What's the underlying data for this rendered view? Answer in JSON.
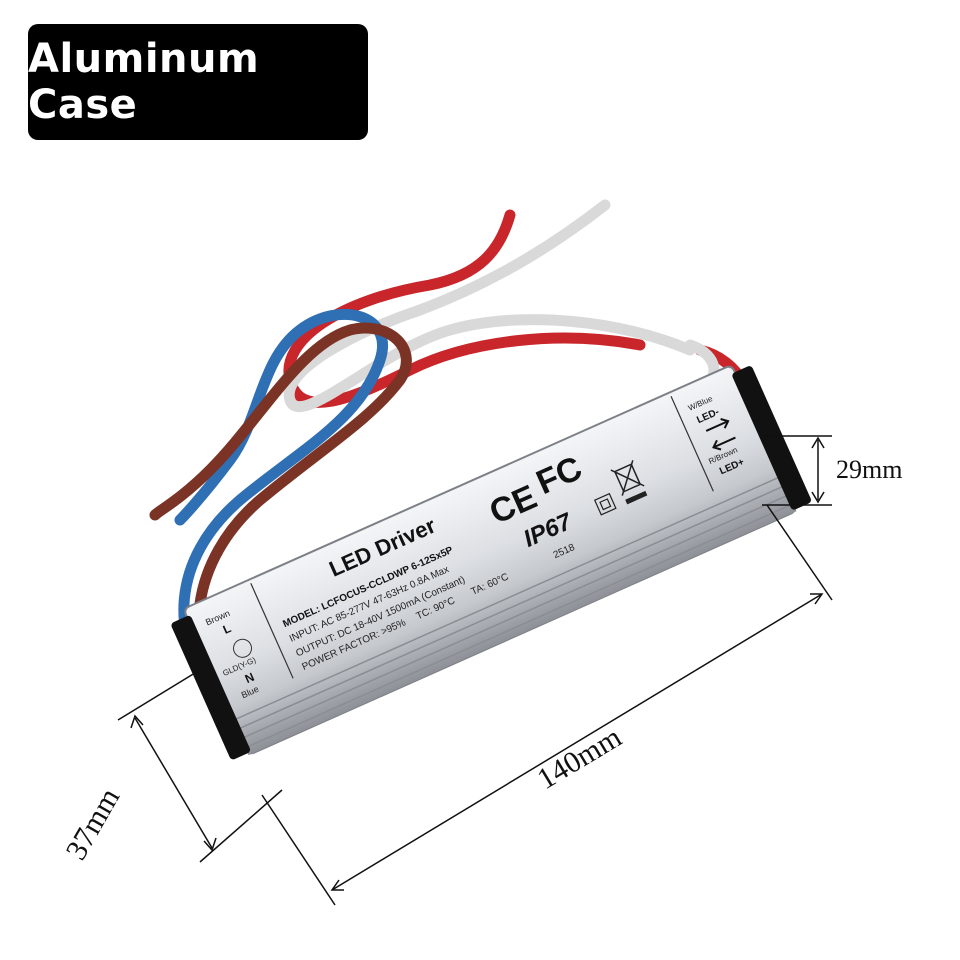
{
  "badge": {
    "title": "Aluminum Case"
  },
  "driver": {
    "name": "LED Driver",
    "model": "MODEL: LCFOCUS-CCLDWP 6-12Sx5P",
    "input": "INPUT: AC 85-277V  47-63Hz  0.8A Max",
    "output": "OUTPUT: DC 18-40V  1500mA (Constant)",
    "power_factor": "POWER FACTOR: >95%",
    "tc": "TC: 90°C",
    "ta": "TA: 60°C",
    "rating": "IP67",
    "code": "2518",
    "ce_mark": "CE",
    "fc_mark": "FC",
    "left_terminals": {
      "brown": "Brown",
      "l": "L",
      "gnd": "GLD(Y-G)",
      "n": "N",
      "blue": "Blue"
    },
    "right_terminals": {
      "wblue": "W/Blue",
      "led_minus": "LED-",
      "rbrown": "R/Brown",
      "led_plus": "LED+"
    }
  },
  "dimensions": {
    "height": "29mm",
    "length": "140mm",
    "width": "37mm"
  },
  "colors": {
    "badge_bg": "#000000",
    "case_silver": "#d8dbe0",
    "wire_red": "#c8262a",
    "wire_blue": "#2f6fb4",
    "wire_brown": "#7a3324",
    "wire_white": "#d9d9d9"
  }
}
